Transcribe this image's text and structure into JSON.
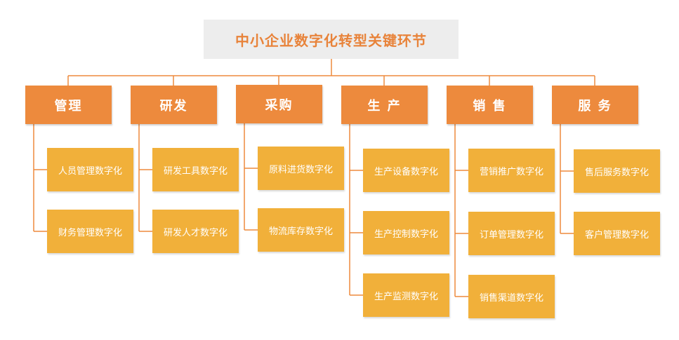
{
  "root": {
    "title": "中小企业数字化转型关键环节"
  },
  "categories": [
    {
      "label": "管理",
      "items": [
        "人员管理数字化",
        "财务管理数字化"
      ]
    },
    {
      "label": "研发",
      "items": [
        "研发工具数字化",
        "研发人才数字化"
      ]
    },
    {
      "label": "采购",
      "items": [
        "原料进货数字化",
        "物流库存数字化"
      ]
    },
    {
      "label": "生 产",
      "items": [
        "生产设备数字化",
        "生产控制数字化",
        "生产监测数字化"
      ]
    },
    {
      "label": "销 售",
      "items": [
        "营销推广数字化",
        "订单管理数字化",
        "销售渠道数字化"
      ]
    },
    {
      "label": "服 务",
      "items": [
        "售后服务数字化",
        "客户管理数字化"
      ]
    }
  ],
  "colors": {
    "root_bg": "#ededed",
    "root_text": "#e8833a",
    "category_bg": "#ed8a3d",
    "item_bg": "#f1b03a",
    "connector": "#ed8a3d"
  }
}
